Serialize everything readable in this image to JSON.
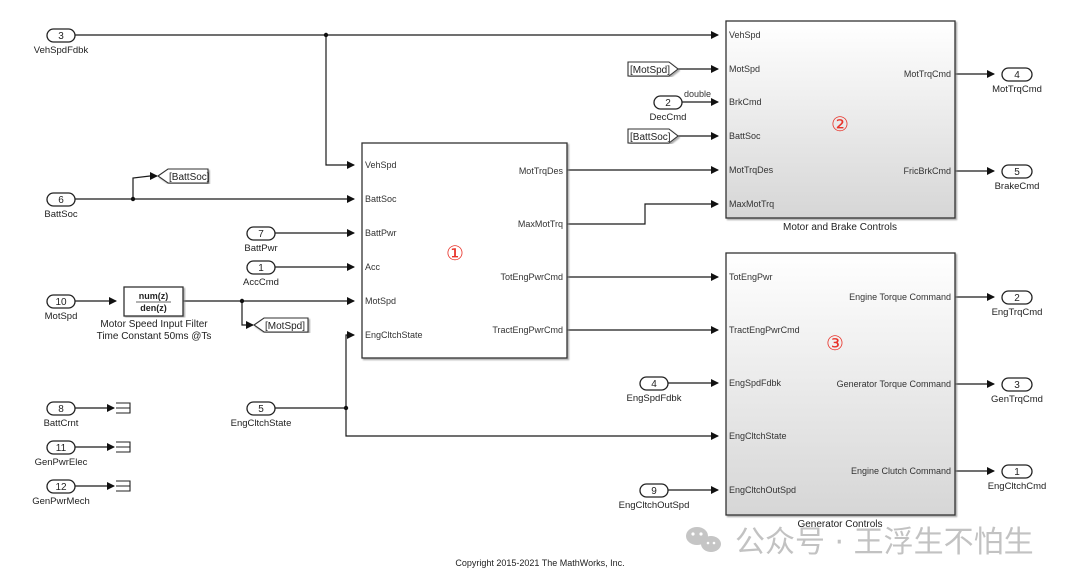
{
  "canvas": {
    "copyright": "Copyright 2015-2021 The MathWorks, Inc.",
    "watermark": "公众号 · 王浮生不怕生"
  },
  "colors": {
    "marker": "#e8332a",
    "wire": "#1a1a1a",
    "block_fill_top": "#ffffff",
    "block_fill_bottom": "#d9d9d9"
  },
  "inports": [
    {
      "num": "3",
      "name": "VehSpdFdbk"
    },
    {
      "num": "6",
      "name": "BattSoc"
    },
    {
      "num": "7",
      "name": "BattPwr"
    },
    {
      "num": "1",
      "name": "AccCmd"
    },
    {
      "num": "10",
      "name": "MotSpd"
    },
    {
      "num": "5",
      "name": "EngCltchState"
    },
    {
      "num": "8",
      "name": "BattCrnt"
    },
    {
      "num": "11",
      "name": "GenPwrElec"
    },
    {
      "num": "12",
      "name": "GenPwrMech"
    },
    {
      "num": "2",
      "name": "DecCmd",
      "signal_type": "double"
    },
    {
      "num": "4",
      "name": "EngSpdFdbk"
    },
    {
      "num": "9",
      "name": "EngCltchOutSpd"
    }
  ],
  "outports": [
    {
      "num": "4",
      "name": "MotTrqCmd"
    },
    {
      "num": "5",
      "name": "BrakeCmd"
    },
    {
      "num": "2",
      "name": "EngTrqCmd"
    },
    {
      "num": "3",
      "name": "GenTrqCmd"
    },
    {
      "num": "1",
      "name": "EngCltchCmd"
    }
  ],
  "gotos": {
    "batt_soc": "[BattSoc]",
    "mot_spd": "[MotSpd]"
  },
  "froms": {
    "mot_spd": "[MotSpd]",
    "batt_soc": "[BattSoc]"
  },
  "filter": {
    "numerator": "num(z)",
    "denominator": "den(z)",
    "caption_line1": "Motor Speed Input Filter",
    "caption_line2": "Time Constant 50ms @Ts"
  },
  "blocks": {
    "block1": {
      "marker": "①",
      "inputs": [
        "VehSpd",
        "BattSoc",
        "BattPwr",
        "Acc",
        "MotSpd",
        "EngCltchState"
      ],
      "outputs": [
        "MotTrqDes",
        "MaxMotTrq",
        "TotEngPwrCmd",
        "TractEngPwrCmd"
      ]
    },
    "block2": {
      "marker": "②",
      "title": "Motor and Brake Controls",
      "inputs": [
        "VehSpd",
        "MotSpd",
        "BrkCmd",
        "BattSoc",
        "MotTrqDes",
        "MaxMotTrq"
      ],
      "outputs": [
        "MotTrqCmd",
        "FricBrkCmd"
      ]
    },
    "block3": {
      "marker": "③",
      "title": "Generator Controls",
      "inputs": [
        "TotEngPwr",
        "TractEngPwrCmd",
        "EngSpdFdbk",
        "EngCltchState",
        "EngCltchOutSpd"
      ],
      "outputs": [
        "Engine Torque Command",
        "Generator Torque Command",
        "Engine Clutch Command"
      ]
    }
  }
}
